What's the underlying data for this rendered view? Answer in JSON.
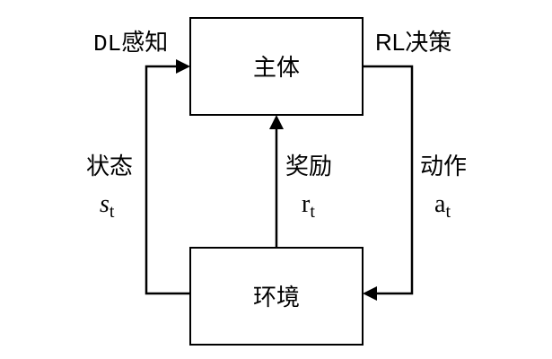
{
  "nodes": {
    "agent": {
      "label": "主体"
    },
    "environment": {
      "label": "环境"
    }
  },
  "edges": {
    "state": {
      "label": "状态",
      "symbol": "s",
      "subscript": "t"
    },
    "reward": {
      "label": "奖励",
      "symbol": "r",
      "subscript": "t"
    },
    "action": {
      "label": "动作",
      "symbol": "a",
      "subscript": "t"
    }
  },
  "annotations": {
    "perception": "DL感知",
    "decision": "RL决策"
  }
}
